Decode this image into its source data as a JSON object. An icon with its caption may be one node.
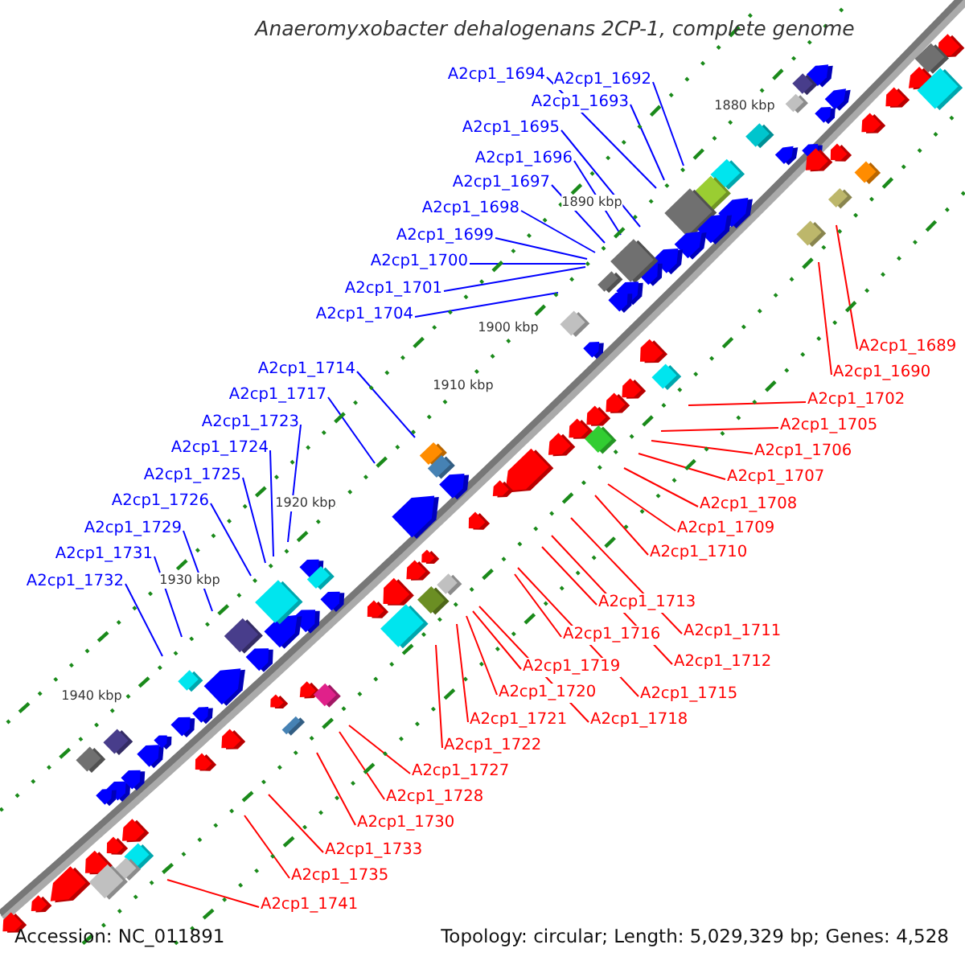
{
  "diagram": {
    "title": "Anaeromyxobacter dehalogenans 2CP-1, complete genome",
    "nodes": [
      {
        "text": [
          "A2cp1_1694"
        ]
      },
      {
        "text": [
          "A2cp1_1692"
        ]
      },
      {
        "text": [
          "A2cp1_1693"
        ]
      },
      {
        "text": [
          "A2cp1_1695"
        ]
      },
      {
        "text": [
          "A2cp1_1696"
        ]
      },
      {
        "text": [
          "A2cp1_1697"
        ]
      },
      {
        "text": [
          "A2cp1_1698"
        ]
      },
      {
        "text": [
          "A2cp1_1699"
        ]
      },
      {
        "text": [
          "A2cp1_1700"
        ]
      },
      {
        "text": [
          "A2cp1_1701"
        ]
      },
      {
        "text": [
          "A2cp1_1704"
        ]
      },
      {
        "text": [
          "A2cp1_1714"
        ]
      },
      {
        "text": [
          "A2cp1_1717"
        ]
      },
      {
        "text": [
          "A2cp1_1723"
        ]
      },
      {
        "text": [
          "A2cp1_1724"
        ]
      },
      {
        "text": [
          "A2cp1_1725"
        ]
      },
      {
        "text": [
          "A2cp1_1726"
        ]
      },
      {
        "text": [
          "A2cp1_1729"
        ]
      },
      {
        "text": [
          "A2cp1_1731"
        ]
      },
      {
        "text": [
          "A2cp1_1732"
        ]
      },
      {
        "text": [
          "A2cp1_1689"
        ]
      },
      {
        "text": [
          "A2cp1_1690"
        ]
      },
      {
        "text": [
          "A2cp1_1702"
        ]
      },
      {
        "text": [
          "A2cp1_1705"
        ]
      },
      {
        "text": [
          "A2cp1_1706"
        ]
      },
      {
        "text": [
          "A2cp1_1707"
        ]
      },
      {
        "text": [
          "A2cp1_1708"
        ]
      },
      {
        "text": [
          "A2cp1_1709"
        ]
      },
      {
        "text": [
          "A2cp1_1710"
        ]
      },
      {
        "text": [
          "A2cp1_1713"
        ]
      },
      {
        "text": [
          "A2cp1_1711"
        ]
      },
      {
        "text": [
          "A2cp1_1716"
        ]
      },
      {
        "text": [
          "A2cp1_1712"
        ]
      },
      {
        "text": [
          "A2cp1_1719"
        ]
      },
      {
        "text": [
          "A2cp1_1715"
        ]
      },
      {
        "text": [
          "A2cp1_1720"
        ]
      },
      {
        "text": [
          "A2cp1_1718"
        ]
      },
      {
        "text": [
          "A2cp1_1721"
        ]
      },
      {
        "text": [
          "A2cp1_1722"
        ]
      },
      {
        "text": [
          "A2cp1_1727"
        ]
      },
      {
        "text": [
          "A2cp1_1728"
        ]
      },
      {
        "text": [
          "A2cp1_1730"
        ]
      },
      {
        "text": [
          "A2cp1_1733"
        ]
      },
      {
        "text": [
          "A2cp1_1735"
        ]
      },
      {
        "text": [
          "A2cp1_1741"
        ]
      }
    ],
    "edges": [
      {
        "from": 0,
        "to": null,
        "arrow": "none",
        "color": "#0000ff"
      },
      {
        "from": 1,
        "to": null,
        "arrow": "none",
        "color": "#0000ff"
      },
      {
        "from": 2,
        "to": null,
        "arrow": "none",
        "color": "#0000ff"
      },
      {
        "from": 3,
        "to": null,
        "arrow": "none",
        "color": "#0000ff"
      },
      {
        "from": 4,
        "to": null,
        "arrow": "none",
        "color": "#0000ff"
      },
      {
        "from": 5,
        "to": null,
        "arrow": "none",
        "color": "#0000ff"
      },
      {
        "from": 6,
        "to": null,
        "arrow": "none",
        "color": "#0000ff"
      },
      {
        "from": 7,
        "to": null,
        "arrow": "none",
        "color": "#0000ff"
      },
      {
        "from": 8,
        "to": null,
        "arrow": "none",
        "color": "#0000ff"
      },
      {
        "from": 9,
        "to": null,
        "arrow": "none",
        "color": "#0000ff"
      },
      {
        "from": 10,
        "to": null,
        "arrow": "none",
        "color": "#0000ff"
      },
      {
        "from": 11,
        "to": null,
        "arrow": "none",
        "color": "#0000ff"
      },
      {
        "from": 12,
        "to": null,
        "arrow": "none",
        "color": "#0000ff"
      },
      {
        "from": 13,
        "to": null,
        "arrow": "none",
        "color": "#0000ff"
      },
      {
        "from": 14,
        "to": null,
        "arrow": "none",
        "color": "#0000ff"
      },
      {
        "from": 15,
        "to": null,
        "arrow": "none",
        "color": "#0000ff"
      },
      {
        "from": 16,
        "to": null,
        "arrow": "none",
        "color": "#0000ff"
      },
      {
        "from": 17,
        "to": null,
        "arrow": "none",
        "color": "#0000ff"
      },
      {
        "from": 18,
        "to": null,
        "arrow": "none",
        "color": "#0000ff"
      },
      {
        "from": 19,
        "to": null,
        "arrow": "none",
        "color": "#0000ff"
      },
      {
        "from": 20,
        "to": null,
        "arrow": "none"
      },
      {
        "from": 21,
        "to": null,
        "arrow": "none"
      },
      {
        "from": 22,
        "to": null,
        "arrow": "none"
      },
      {
        "from": 23,
        "to": null,
        "arrow": "none"
      },
      {
        "from": 24,
        "to": null,
        "arrow": "none"
      },
      {
        "from": 25,
        "to": null,
        "arrow": "none"
      },
      {
        "from": 26,
        "to": null,
        "arrow": "none"
      },
      {
        "from": 27,
        "to": null,
        "arrow": "none"
      },
      {
        "from": 28,
        "to": null,
        "arrow": "none"
      },
      {
        "from": 29,
        "to": null,
        "arrow": "none"
      },
      {
        "from": 30,
        "to": null,
        "arrow": "none"
      },
      {
        "from": 31,
        "to": null,
        "arrow": "none"
      },
      {
        "from": 32,
        "to": null,
        "arrow": "none"
      },
      {
        "from": 33,
        "to": null,
        "arrow": "none"
      },
      {
        "from": 34,
        "to": null,
        "arrow": "none"
      },
      {
        "from": 35,
        "to": null,
        "arrow": "none"
      },
      {
        "from": 36,
        "to": null,
        "arrow": "none"
      },
      {
        "from": 37,
        "to": null,
        "arrow": "none"
      },
      {
        "from": 38,
        "to": null,
        "arrow": "none"
      },
      {
        "from": 39,
        "to": null,
        "arrow": "none"
      },
      {
        "from": 40,
        "to": null,
        "arrow": "none"
      },
      {
        "from": 41,
        "to": null,
        "arrow": "none"
      },
      {
        "from": 42,
        "to": null,
        "arrow": "none"
      },
      {
        "from": 43,
        "to": null,
        "arrow": "none"
      },
      {
        "from": 44,
        "to": null,
        "arrow": "none"
      }
    ],
    "labels": [
      "1880 kbp",
      "1890 kbp",
      "1900 kbp",
      "1910 kbp",
      "1920 kbp",
      "1930 kbp",
      "1940 kbp",
      "Accession: NC_011891",
      "Topology: circular; Length: 5,029,329 bp; Genes: 4,528"
    ]
  }
}
